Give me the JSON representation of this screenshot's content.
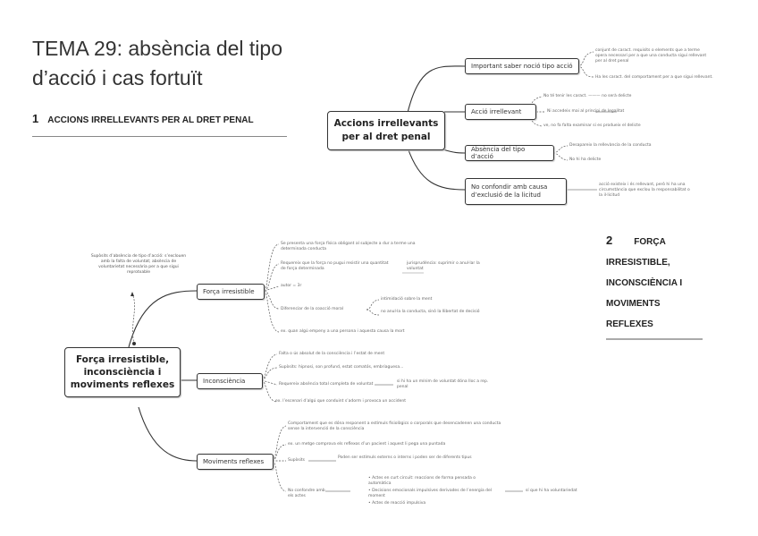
{
  "document": {
    "title": "TEMA 29: absència del tipo d’acció i cas fortuït",
    "sections": [
      {
        "number": "1",
        "heading": "Accions irrellevants per al dret penal"
      },
      {
        "number": "2",
        "heading": "Força irresistible, inconsciència i moviments reflexes"
      }
    ]
  },
  "map1": {
    "root": "Accions irrellevants per al dret penal",
    "branches": [
      {
        "label": "Important saber noció tipo acció",
        "leaves": [
          "conjunt de caract. requisits o elements que a terme opera necessari per a que una conducta sigui rellevant per al dret penal",
          "Ha les caract. del comportament per a que sigui rellevant."
        ]
      },
      {
        "label": "Acció irrellevant",
        "leaves": [
          "No té tenir les caract. ——— no serà delicte",
          "Ni accedeix mai al principi de legalitat",
          "ve, no fa falta examinar si es produeix el delicte"
        ]
      },
      {
        "label": "Absència del tipo d’acció",
        "leaves": [
          "Desapareix la rellevància de la conducta",
          "No hi ha delicte"
        ]
      },
      {
        "label": "No confondir amb causa d’exclusió de la licitud",
        "leaves": [
          "acció existeix i és rellevant, però hi ha una circumstància que exclou la responsabilitat o la il·licitud"
        ]
      }
    ]
  },
  "map2": {
    "root": "Força irresistible, inconsciència i moviments reflexes",
    "note": "Supòsits d’absència de tipo d’acció: s’exclouen amb la falta de voluntat; absència de voluntarietat necessària per a que sigui reprotxable",
    "branches": [
      {
        "label": "Força irresistible",
        "leaves": [
          "Se presenta una força física obligant al subjecte a dur a terme una determinada conducta",
          "Requereix que la força no pugui resistir una quantitat de força determinada",
          "jurisprudència: suprimir o anul·lar la voluntat",
          "autor = 3r",
          "Diferenciar de la coacció moral",
          "intimidació sobre la ment",
          "no anul·la la conducta, sinó la llibertat de decisió",
          "ex. quan algú empeny a una persona i aquesta causa la mort"
        ]
      },
      {
        "label": "Inconsciència",
        "leaves": [
          "Falta o ús absolut de la consciència i l’estat de ment",
          "Supòsits: hipnosi, son profund, estat comatós, embriaguesa...",
          "Requereix absència total completa de voluntat",
          "si hi ha un mínim de voluntat dóna lloc a rep. penal",
          "ex. l’escenari d’algú que conduint s’adorm i provoca un accident"
        ]
      },
      {
        "label": "Moviments reflexes",
        "leaves": [
          "Comportament que es dóna responent a estímuls fisiològics o corporals que desencadenen una conducta sense la intervenció de la consciència",
          "ex. un metge comprova els reflexos d’un pacient i aquest li pega una puntada",
          "Supòsits",
          "Poden ser estímuls externs o interns i poden ser de diferents tipus",
          "No confondre amb els actes",
          "• Actes en curt circuit: reaccions de forma pensada o automàtica",
          "• Decisions emocionals impulsives derivades de l’energia del moment",
          "• Actes de reacció impulsiva",
          "sí que hi ha voluntariedat"
        ]
      }
    ]
  }
}
